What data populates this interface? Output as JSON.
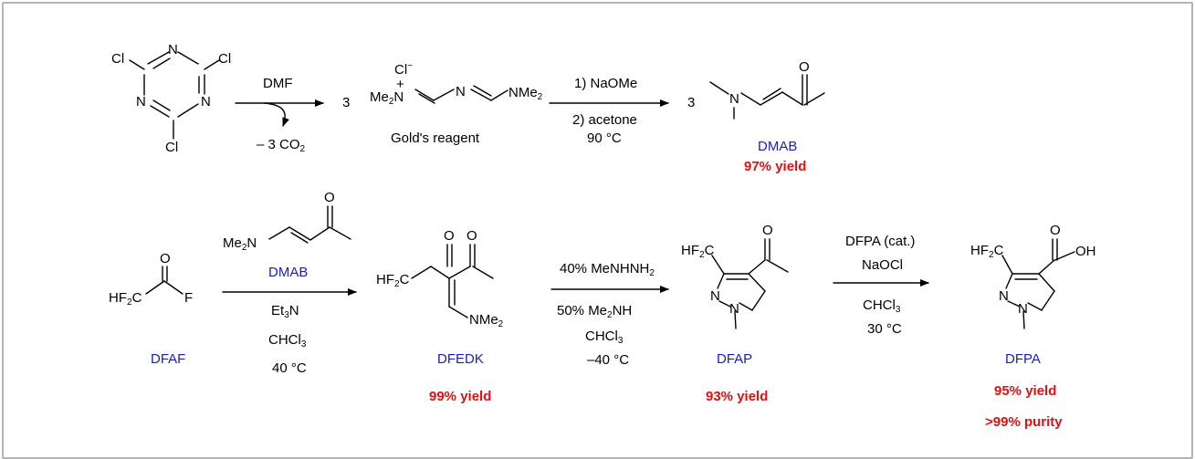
{
  "colors": {
    "compound_name": "#1a1acc",
    "yield": "#e01010",
    "border": "#b4b4b4"
  },
  "row1": {
    "cyanuric_chloride": {
      "atoms": [
        "Cl",
        "N",
        "Cl",
        "N",
        "N",
        "Cl"
      ]
    },
    "step1": {
      "reagent": "DMF",
      "byproduct_prefix": "– 3 CO",
      "byproduct_sub": "2"
    },
    "golds_reagent": {
      "coeff": "3",
      "anion": "Cl",
      "anion_charge": "−",
      "cation_charge": "+",
      "left_group": "Me",
      "left_sub": "2",
      "left_atom": "N",
      "mid_atom": "N",
      "right_group": "NMe",
      "right_sub": "2",
      "name": "Gold's reagent"
    },
    "step2": {
      "line1": "1) NaOMe",
      "line2": "2) acetone",
      "line3": "90 °C"
    },
    "dmab": {
      "coeff": "3",
      "atom_n": "N",
      "atom_o": "O",
      "name": "DMAB",
      "yield": "97% yield"
    }
  },
  "row2": {
    "dfaf": {
      "left": "HF",
      "left_sub": "2",
      "left_c": "C",
      "atom_o": "O",
      "atom_f": "F",
      "name": "DFAF"
    },
    "step3": {
      "reagent_top": {
        "group": "Me",
        "sub": "2",
        "atom": "N",
        "atom_o": "O",
        "name": "DMAB"
      },
      "line1_a": "Et",
      "line1_sub": "3",
      "line1_b": "N",
      "line2_a": "CHCl",
      "line2_sub": "3",
      "line3": "40 °C"
    },
    "dfedk": {
      "left": "HF",
      "left_sub": "2",
      "left_c": "C",
      "atom_o1": "O",
      "atom_o2": "O",
      "amine": "NMe",
      "amine_sub": "2",
      "name": "DFEDK",
      "yield": "99% yield"
    },
    "step4": {
      "line1_a": "40% MeNHNH",
      "line1_sub": "2",
      "line2_a": "50% Me",
      "line2_sub": "2",
      "line2_b": "NH",
      "line3_a": "CHCl",
      "line3_sub": "3",
      "line4": "–40 °C"
    },
    "dfap": {
      "left": "HF",
      "left_sub": "2",
      "left_c": "C",
      "atom_o": "O",
      "atom_n1": "N",
      "atom_n2": "N",
      "name": "DFAP",
      "yield": "93% yield"
    },
    "step5": {
      "line1": "DFPA (cat.)",
      "line2": "NaOCl",
      "line3_a": "CHCl",
      "line3_sub": "3",
      "line4": "30 °C"
    },
    "dfpa": {
      "left": "HF",
      "left_sub": "2",
      "left_c": "C",
      "atom_o": "O",
      "atom_oh": "OH",
      "atom_n1": "N",
      "atom_n2": "N",
      "name": "DFPA",
      "yield": "95% yield",
      "purity": ">99% purity"
    }
  }
}
